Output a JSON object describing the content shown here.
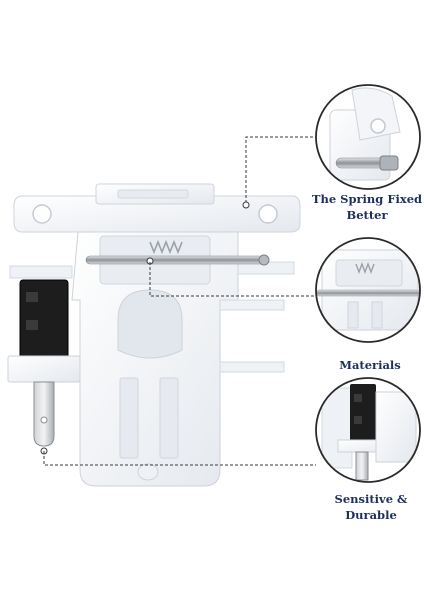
{
  "colors": {
    "caption_text": "#1c2f5e",
    "callout_ring": "#2b2b2b",
    "dashed_line": "#3a3a3a",
    "plastic_body": "#f4f6f8",
    "plastic_shadow": "#d9dee5",
    "switch_black": "#1d1d1d",
    "terminal_silver": "#bfc3c7",
    "rod_steel": "#9ea3a8"
  },
  "callouts": [
    {
      "name": "spring-callout",
      "lines": [
        "The Spring Fixed",
        "Better"
      ]
    },
    {
      "name": "materials-callout",
      "lines": [
        "Materials"
      ]
    },
    {
      "name": "sensitive-callout",
      "lines": [
        "Sensitive &",
        "Durable"
      ]
    }
  ]
}
